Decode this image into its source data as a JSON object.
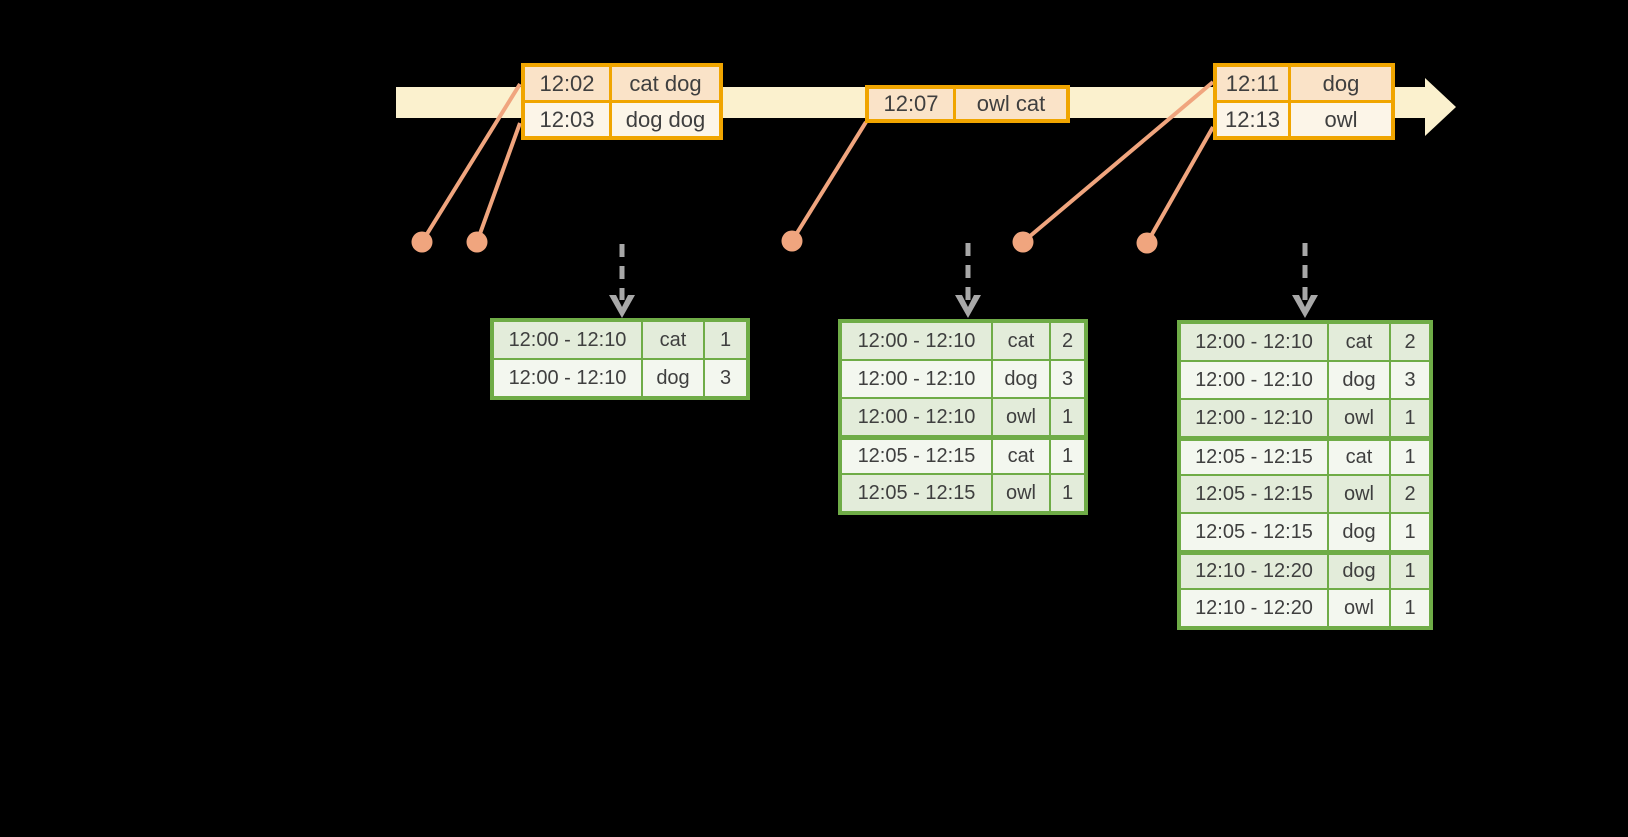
{
  "colors": {
    "background": "#000000",
    "timeline_fill": "#FBF1CE",
    "event_border_gold": "#F0A500",
    "event_row_peach": "#FAE3C8",
    "event_row_cream": "#FCF5E8",
    "connector_salmon": "#F0A57E",
    "dashed_arrow_gray": "#A8A8A8",
    "table_border_green": "#6FAC47",
    "table_row_dark": "#E3ECDA",
    "table_row_light": "#F3F7EF",
    "text": "#3F3F3F"
  },
  "icons": {
    "timeline_arrow": "right-arrow",
    "trigger_arrow": "dashed-down-arrow",
    "event_marker": "filled-circle"
  },
  "event_boxes": [
    {
      "rows": [
        {
          "time": "12:02",
          "words": "cat dog"
        },
        {
          "time": "12:03",
          "words": "dog dog"
        }
      ]
    },
    {
      "rows": [
        {
          "time": "12:07",
          "words": "owl cat"
        }
      ]
    },
    {
      "rows": [
        {
          "time": "12:11",
          "words": "dog"
        },
        {
          "time": "12:13",
          "words": "owl"
        }
      ]
    }
  ],
  "result_tables": [
    {
      "rows": [
        {
          "window": "12:00 - 12:10",
          "word": "cat",
          "count": "1"
        },
        {
          "window": "12:00 - 12:10",
          "word": "dog",
          "count": "3"
        }
      ]
    },
    {
      "rows": [
        {
          "window": "12:00 - 12:10",
          "word": "cat",
          "count": "2"
        },
        {
          "window": "12:00 - 12:10",
          "word": "dog",
          "count": "3"
        },
        {
          "window": "12:00 - 12:10",
          "word": "owl",
          "count": "1"
        },
        {
          "window": "12:05 - 12:15",
          "word": "cat",
          "count": "1"
        },
        {
          "window": "12:05 - 12:15",
          "word": "owl",
          "count": "1"
        }
      ]
    },
    {
      "rows": [
        {
          "window": "12:00 - 12:10",
          "word": "cat",
          "count": "2"
        },
        {
          "window": "12:00 - 12:10",
          "word": "dog",
          "count": "3"
        },
        {
          "window": "12:00 - 12:10",
          "word": "owl",
          "count": "1"
        },
        {
          "window": "12:05 - 12:15",
          "word": "cat",
          "count": "1"
        },
        {
          "window": "12:05 - 12:15",
          "word": "owl",
          "count": "2"
        },
        {
          "window": "12:05 - 12:15",
          "word": "dog",
          "count": "1"
        },
        {
          "window": "12:10 - 12:20",
          "word": "dog",
          "count": "1"
        },
        {
          "window": "12:10 - 12:20",
          "word": "owl",
          "count": "1"
        }
      ]
    }
  ]
}
